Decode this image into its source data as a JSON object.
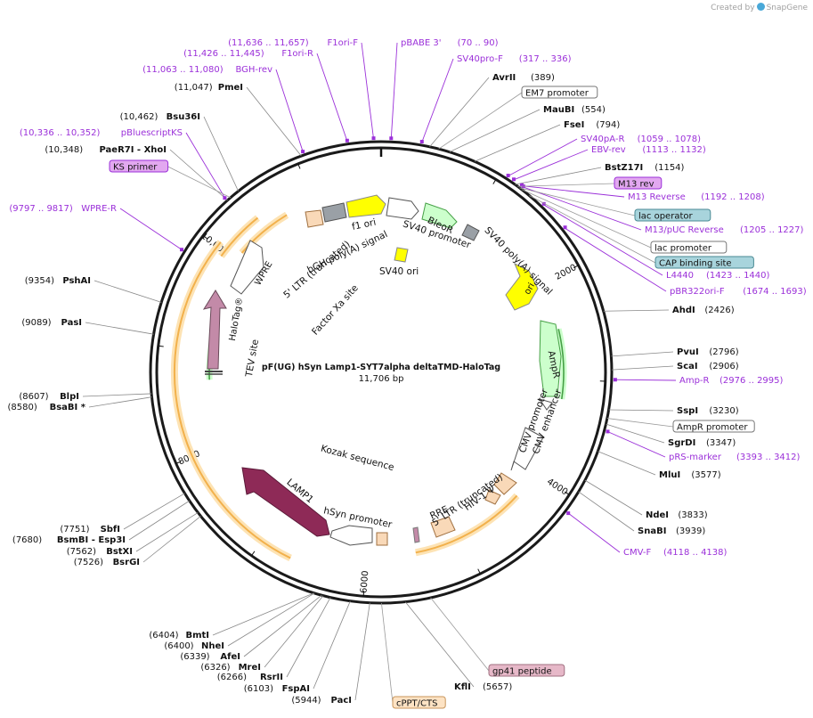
{
  "brand": {
    "created_by": "Created by",
    "name": "SnapGene"
  },
  "plasmid": {
    "name": "pF(UG) hSyn Lamp1-SYT7alpha deltaTMD-HaloTag",
    "length": "11,706 bp",
    "total_bp": 11706
  },
  "colors": {
    "primer": "#9b30d9",
    "site": "#111111",
    "amp_fill": "#ccffcc",
    "amp_stroke": "#46a046",
    "halo_fill": "#c38aa8",
    "lamp1_fill": "#8e2a57",
    "ori_fill": "#ffff00",
    "f1_fill": "#ffff00",
    "grey_fill": "#9aa0a6",
    "ltr_fill": "#f9d9b8",
    "outline": "#aa7733",
    "orange_arc": "#f2b14c"
  },
  "tick_labels": [
    "2000",
    "4000",
    "6000",
    "8000",
    "10,000"
  ],
  "sites": [
    {
      "name": "AvrII",
      "pos": "(389)"
    },
    {
      "name": "MauBI",
      "pos": "(554)"
    },
    {
      "name": "FseI",
      "pos": "(794)"
    },
    {
      "name": "BstZ17I",
      "pos": "(1154)"
    },
    {
      "name": "AhdI",
      "pos": "(2426)"
    },
    {
      "name": "PvuI",
      "pos": "(2796)"
    },
    {
      "name": "ScaI",
      "pos": "(2906)"
    },
    {
      "name": "SspI",
      "pos": "(3230)"
    },
    {
      "name": "SgrDI",
      "pos": "(3347)"
    },
    {
      "name": "MluI",
      "pos": "(3577)"
    },
    {
      "name": "NdeI",
      "pos": "(3833)"
    },
    {
      "name": "SnaBI",
      "pos": "(3939)"
    },
    {
      "name": "KflI",
      "pos": "(5657)"
    },
    {
      "name": "PacI",
      "pos": "(5944)"
    },
    {
      "name": "FspAI",
      "pos": "(6103)"
    },
    {
      "name": "RsrII",
      "pos": "(6266)"
    },
    {
      "name": "MreI",
      "pos": "(6326)"
    },
    {
      "name": "AfeI",
      "pos": "(6339)"
    },
    {
      "name": "NheI",
      "pos": "(6400)"
    },
    {
      "name": "BmtI",
      "pos": "(6404)"
    },
    {
      "name": "BsrGI",
      "pos": "(7526)"
    },
    {
      "name": "BstXI",
      "pos": "(7562)"
    },
    {
      "name": "BsmBI - Esp3I",
      "pos": "(7680)"
    },
    {
      "name": "SbfI",
      "pos": "(7751)"
    },
    {
      "name": "BsaBI *",
      "pos": "(8580)"
    },
    {
      "name": "BlpI",
      "pos": "(8607)"
    },
    {
      "name": "PasI",
      "pos": "(9089)"
    },
    {
      "name": "PshAI",
      "pos": "(9354)"
    },
    {
      "name": "PaeR7I - XhoI",
      "pos": "(10,348)"
    },
    {
      "name": "Bsu36I",
      "pos": "(10,462)"
    },
    {
      "name": "PmeI",
      "pos": "(11,047)"
    }
  ],
  "primers": [
    {
      "name": "pBABE 3'",
      "pos": "(70 .. 90)"
    },
    {
      "name": "SV40pro-F",
      "pos": "(317 .. 336)"
    },
    {
      "name": "SV40pA-R",
      "pos": "(1059 .. 1078)"
    },
    {
      "name": "EBV-rev",
      "pos": "(1113 .. 1132)"
    },
    {
      "name": "M13 Reverse",
      "pos": "(1192 .. 1208)"
    },
    {
      "name": "M13/pUC Reverse",
      "pos": "(1205 .. 1227)"
    },
    {
      "name": "L4440",
      "pos": "(1423 .. 1440)"
    },
    {
      "name": "pBR322ori-F",
      "pos": "(1674 .. 1693)"
    },
    {
      "name": "Amp-R",
      "pos": "(2976 .. 2995)"
    },
    {
      "name": "pRS-marker",
      "pos": "(3393 .. 3412)"
    },
    {
      "name": "CMV-F",
      "pos": "(4118 .. 4138)"
    },
    {
      "name": "WPRE-R",
      "pos": "(9797 .. 9817)"
    },
    {
      "name": "pBluescriptKS",
      "pos": "(10,336 .. 10,352)"
    },
    {
      "name": "BGH-rev",
      "pos": "(11,063 .. 11,080)"
    },
    {
      "name": "F1ori-R",
      "pos": "(11,426 .. 11,445)"
    },
    {
      "name": "F1ori-F",
      "pos": "(11,636 .. 11,657)"
    }
  ],
  "boxed_features": [
    {
      "name": "EM7 promoter",
      "style": "white"
    },
    {
      "name": "M13 rev",
      "style": "purple"
    },
    {
      "name": "lac operator",
      "style": "teal"
    },
    {
      "name": "lac promoter",
      "style": "white"
    },
    {
      "name": "CAP binding site",
      "style": "teal"
    },
    {
      "name": "AmpR promoter",
      "style": "white"
    },
    {
      "name": "gp41 peptide",
      "style": "pink"
    },
    {
      "name": "cPPT/CTS",
      "style": "orange"
    },
    {
      "name": "KS primer",
      "style": "purple"
    }
  ],
  "inner_labels": {
    "f1_ori": "f1 ori",
    "bgh_polya": "bGH poly(A) signal",
    "ltr3": "5' LTR (truncated)",
    "wpre": "WPRE",
    "factor_xa": "Factor Xa site",
    "sv40_promoter": "SV40 promoter",
    "bleor": "BleoR",
    "sv40_polya": "SV40 poly(A) signal",
    "sv40_ori": "SV40 ori",
    "ori": "ori",
    "ampr": "AmpR",
    "cmv_promoter": "CMV promoter",
    "cmv_enhancer": "CMV enhancer",
    "ltr5": "5' LTR (truncated)",
    "hiv": "HIV-1 Ψ",
    "rre": "RRE",
    "hsyn": "hSyn promoter",
    "kozak": "Kozak sequence",
    "lamp1": "LAMP1",
    "halotag": "HaloTag®",
    "tev": "TEV site"
  }
}
